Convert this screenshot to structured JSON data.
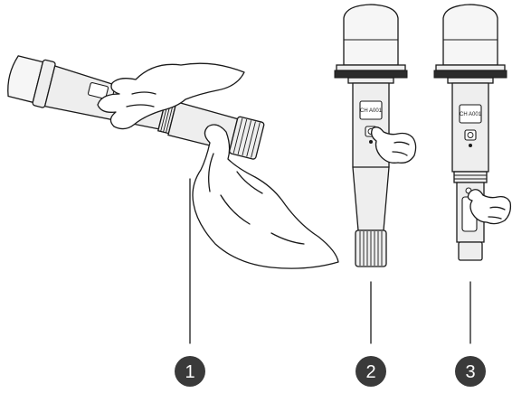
{
  "steps": [
    {
      "number": "1",
      "lcd_text": ""
    },
    {
      "number": "2",
      "lcd_text": "CH A001"
    },
    {
      "number": "3",
      "lcd_text": "CH A001"
    }
  ],
  "colors": {
    "badge": "#3a3a3a",
    "line": "#1a1a1a",
    "body": "#eeeeee"
  },
  "icons": [
    "microphone-icon",
    "hand-icon",
    "power-icon"
  ]
}
